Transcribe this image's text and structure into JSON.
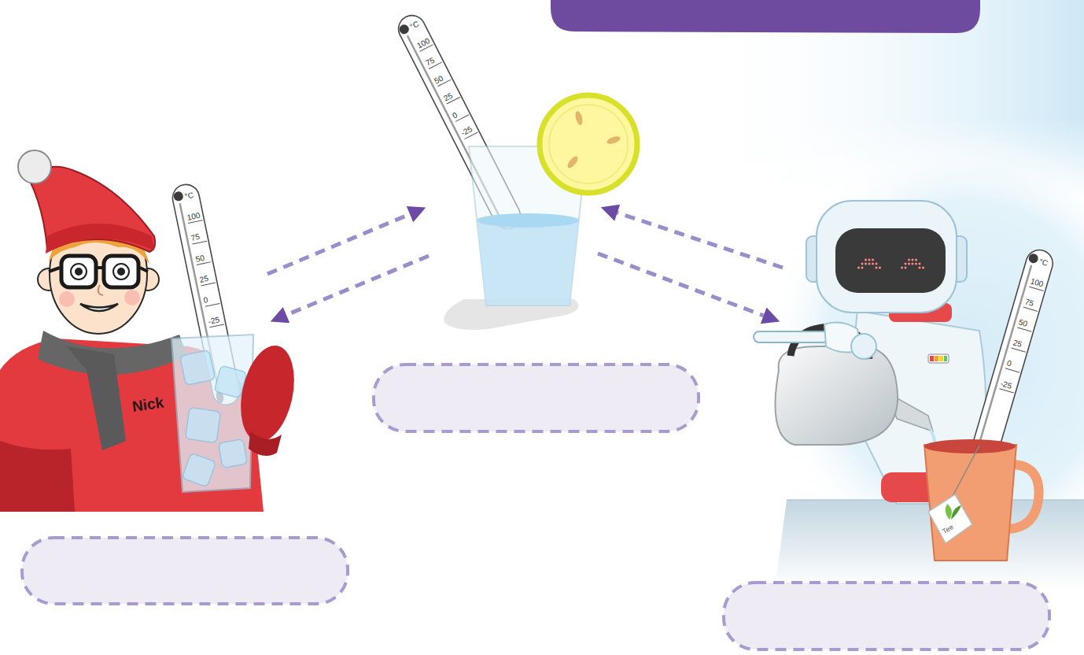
{
  "diagram": {
    "nodes": [
      {
        "text": [
          "°C",
          "100",
          "75",
          "50",
          "25",
          "0",
          "-25",
          "Nick"
        ]
      },
      {
        "text": [
          "°C",
          "100",
          "75",
          "50",
          "25",
          "0",
          "-25"
        ]
      },
      {
        "text": [
          "°C",
          "100",
          "75",
          "50",
          "25",
          "0",
          "-25",
          "Tee"
        ]
      }
    ],
    "edges": [
      {
        "from": 0,
        "to": 1,
        "arrow": "to"
      },
      {
        "from": 1,
        "to": 0,
        "arrow": "to"
      },
      {
        "from": 2,
        "to": 1,
        "arrow": "to"
      },
      {
        "from": 1,
        "to": 2,
        "arrow": "to"
      }
    ]
  }
}
